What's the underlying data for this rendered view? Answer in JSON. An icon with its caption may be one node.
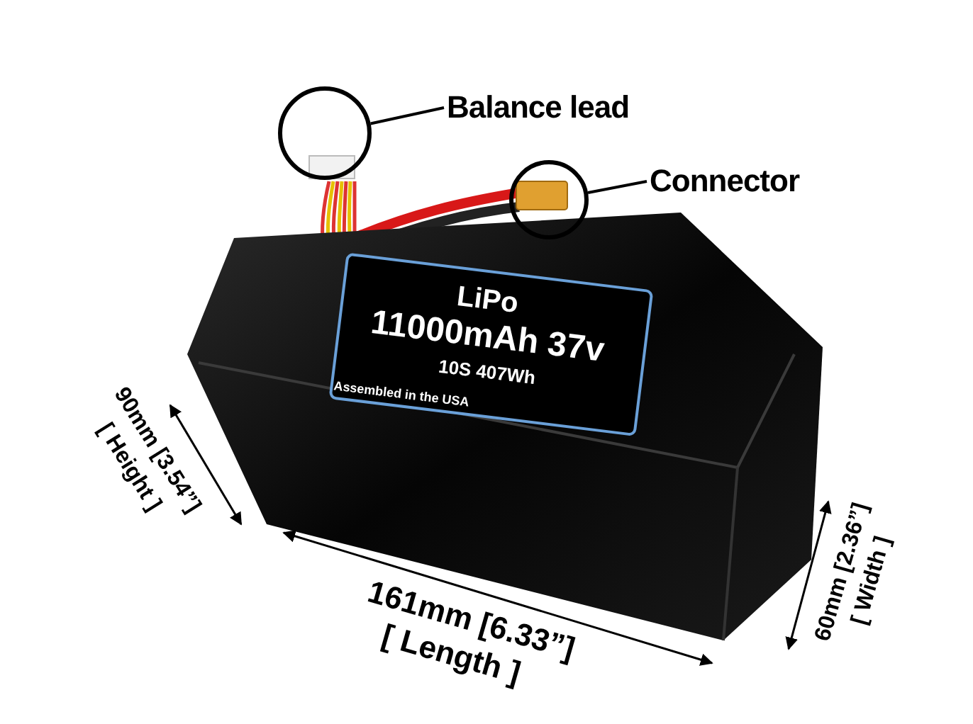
{
  "diagram": {
    "nodes": [
      {
        "text": [
          "Balance lead"
        ]
      },
      {
        "text": [],
        "shape": "circle"
      },
      {
        "text": [
          "Connector"
        ]
      },
      {
        "text": [],
        "shape": "circle"
      }
    ],
    "edges": [
      {
        "from": 0,
        "to": 1,
        "arrow": "none"
      },
      {
        "from": 2,
        "to": 3,
        "arrow": "none"
      }
    ],
    "labels": [
      "LiPo",
      "11000mAh 37v",
      "10S 407Wh",
      "Assembled in the USA",
      "90mm [3.54”]",
      "[ Height ]",
      "161mm [6.33”]",
      "[ Length ]",
      "60mm [2.36”]",
      "[ Width ]"
    ]
  }
}
